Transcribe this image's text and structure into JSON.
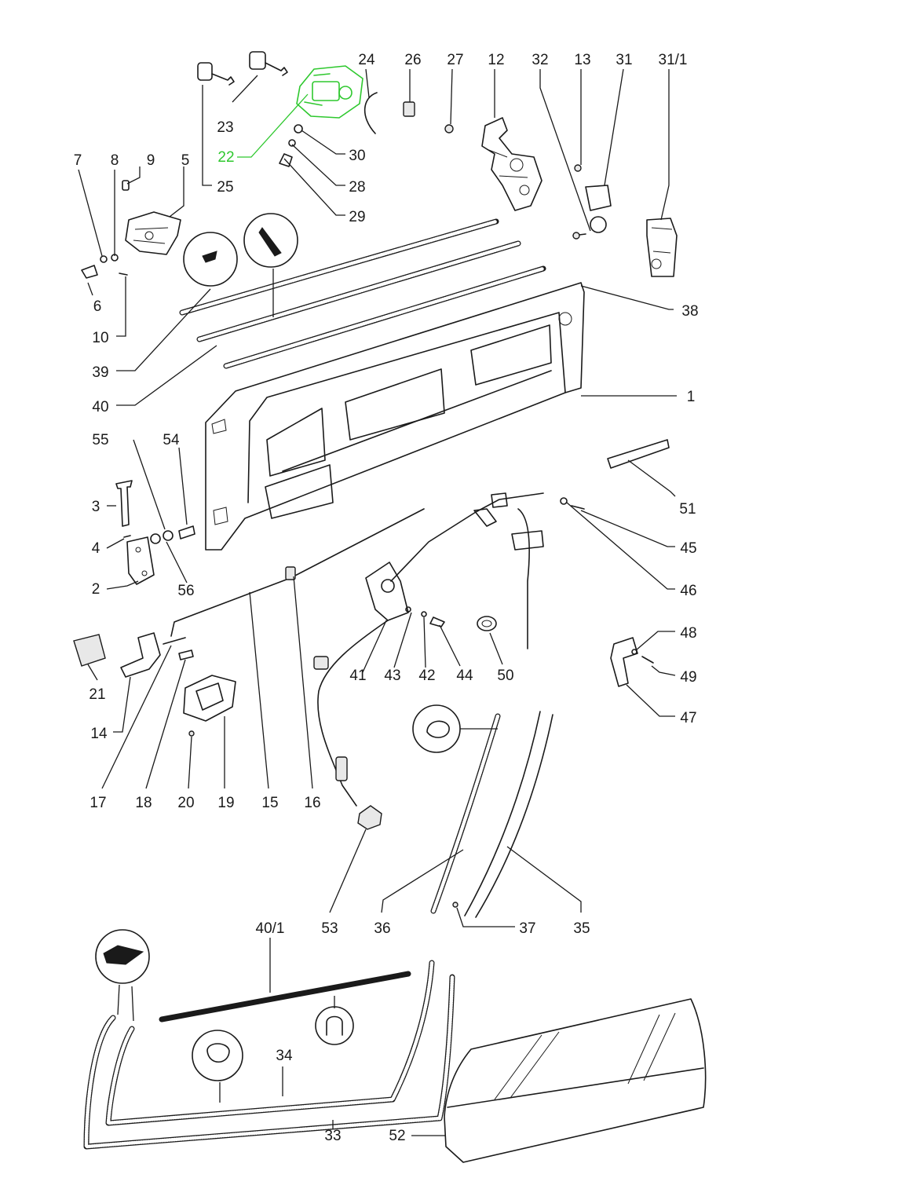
{
  "parts": {
    "p1": "1",
    "p2": "2",
    "p3": "3",
    "p4": "4",
    "p5": "5",
    "p6": "6",
    "p7": "7",
    "p8": "8",
    "p9": "9",
    "p10": "10",
    "p12": "12",
    "p13": "13",
    "p14": "14",
    "p15": "15",
    "p16": "16",
    "p17": "17",
    "p18": "18",
    "p19": "19",
    "p20": "20",
    "p21": "21",
    "p22": "22",
    "p23": "23",
    "p24": "24",
    "p25": "25",
    "p26": "26",
    "p27": "27",
    "p28": "28",
    "p29": "29",
    "p30": "30",
    "p31": "31",
    "p31_1": "31/1",
    "p32": "32",
    "p33": "33",
    "p34": "34",
    "p35": "35",
    "p36": "36",
    "p37": "37",
    "p38": "38",
    "p39": "39",
    "p40": "40",
    "p40_1": "40/1",
    "p41": "41",
    "p42": "42",
    "p43": "43",
    "p44": "44",
    "p45": "45",
    "p46": "46",
    "p47": "47",
    "p48": "48",
    "p49": "49",
    "p50": "50",
    "p51": "51",
    "p52": "52",
    "p53": "53",
    "p54": "54",
    "p55": "55",
    "p56": "56"
  },
  "highlight": {
    "part": "22",
    "color": "#2ec82e"
  }
}
